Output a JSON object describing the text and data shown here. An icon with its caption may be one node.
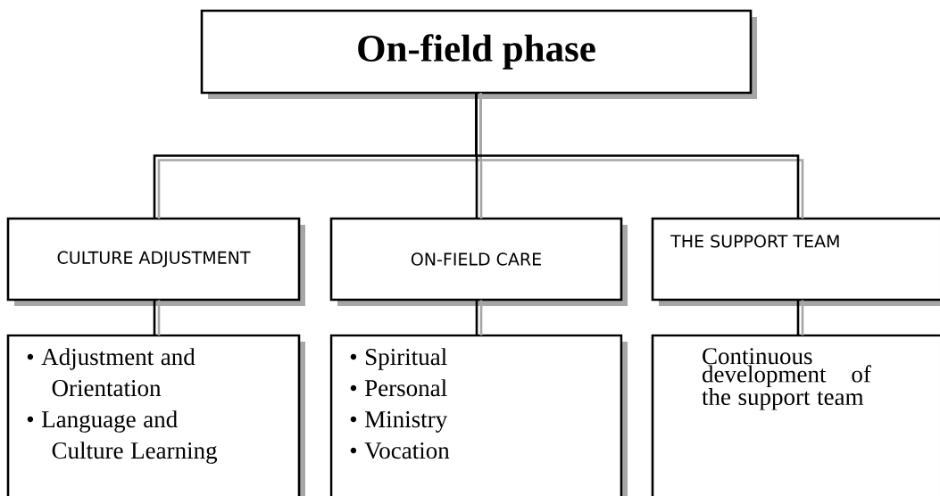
{
  "diagram": {
    "nodes": [
      {
        "text": [
          "On-field phase"
        ]
      },
      {
        "text": [
          "CULTURE ADJUSTMENT"
        ]
      },
      {
        "text": [
          "ON-FIELD CARE"
        ]
      },
      {
        "text": [
          "THE SUPPORT TEAM"
        ]
      },
      {
        "text": [
          "• Adjustment and Orientation",
          "• Language and Culture Learning"
        ]
      },
      {
        "text": [
          "• Spiritual",
          "• Personal",
          "• Ministry",
          "• Vocation"
        ]
      },
      {
        "text": [
          "Continuous development of the support team"
        ]
      }
    ],
    "edges": [
      {
        "from": 0,
        "to": 1,
        "arrow": "none"
      },
      {
        "from": 0,
        "to": 2,
        "arrow": "none"
      },
      {
        "from": 0,
        "to": 3,
        "arrow": "none"
      },
      {
        "from": 1,
        "to": 4,
        "arrow": "none"
      },
      {
        "from": 2,
        "to": 5,
        "arrow": "none"
      },
      {
        "from": 3,
        "to": 6,
        "arrow": "none"
      }
    ]
  }
}
